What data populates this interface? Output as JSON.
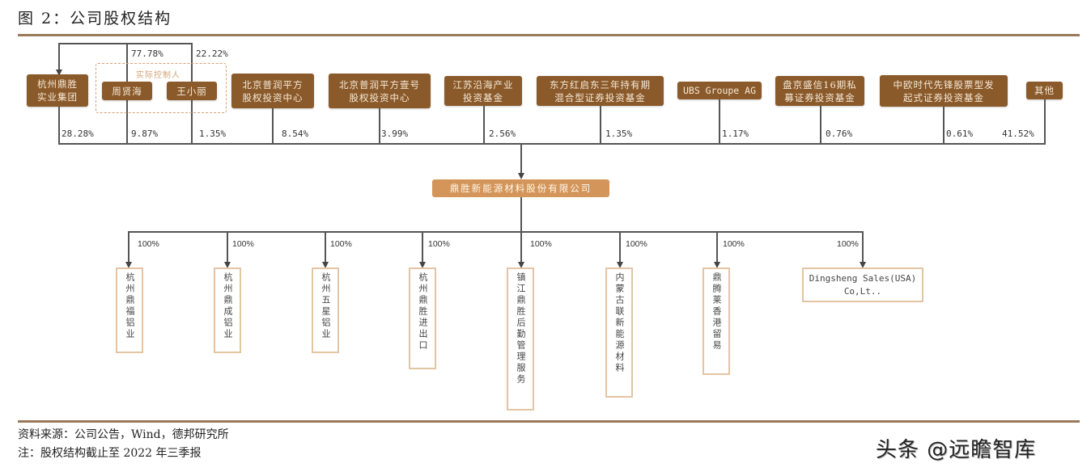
{
  "title": "图 2：公司股权结构",
  "controller_label": "实际控制人",
  "controllers": {
    "zhou": "周贤海",
    "wang": "王小丽",
    "zhou_stake_in_group": "77.78%",
    "wang_stake_in_group": "22.22%"
  },
  "shareholders": [
    {
      "name": "杭州鼎胜\n实业集团",
      "pct": "28.28%"
    },
    {
      "name": "周贤海",
      "pct": "9.87%"
    },
    {
      "name": "王小丽",
      "pct": "1.35%"
    },
    {
      "name": "北京普润平方\n股权投资中心",
      "pct": "8.54%"
    },
    {
      "name": "北京普润平方壹号\n股权投资中心",
      "pct": "3.99%"
    },
    {
      "name": "江苏沿海产业\n投资基金",
      "pct": "2.56%"
    },
    {
      "name": "东方红启东三年持有期\n混合型证券投资基金",
      "pct": "1.35%"
    },
    {
      "name": "UBS Groupe AG",
      "pct": "1.17%"
    },
    {
      "name": "盘京盛信16期私\n募证券投资基金",
      "pct": "0.76%"
    },
    {
      "name": "中欧时代先锋股票型发\n起式证券投资基金",
      "pct": "0.61%"
    },
    {
      "name": "其他",
      "pct": "41.52%"
    }
  ],
  "company": "鼎胜新能源材料股份有限公司",
  "subsidiaries": [
    {
      "name": "杭州鼎福铝业",
      "pct": "100%"
    },
    {
      "name": "杭州鼎成铝业",
      "pct": "100%"
    },
    {
      "name": "杭州五星铝业",
      "pct": "100%"
    },
    {
      "name": "杭州鼎胜进出口",
      "pct": "100%"
    },
    {
      "name": "镇江鼎胜后勤管理服务",
      "pct": "100%"
    },
    {
      "name": "内蒙古联新能源材料",
      "pct": "100%"
    },
    {
      "name": "鼎腾莱香港留易",
      "pct": "100%"
    },
    {
      "name": "Dingsheng Sales(USA)\nCo,Lt..",
      "pct": "100%"
    }
  ],
  "footer": {
    "source": "资料来源：公司公告，Wind，德邦研究所",
    "note": "注：股权结构截止至 2022 年三季报"
  },
  "watermark": "头条 @远瞻智库",
  "colors": {
    "shareholder_box": "#8b5a2b",
    "company_box": "#d4955a",
    "subsidiary_border": "#e3c5a3",
    "rule": "#9a7a5a",
    "dashed": "#d4a373"
  }
}
